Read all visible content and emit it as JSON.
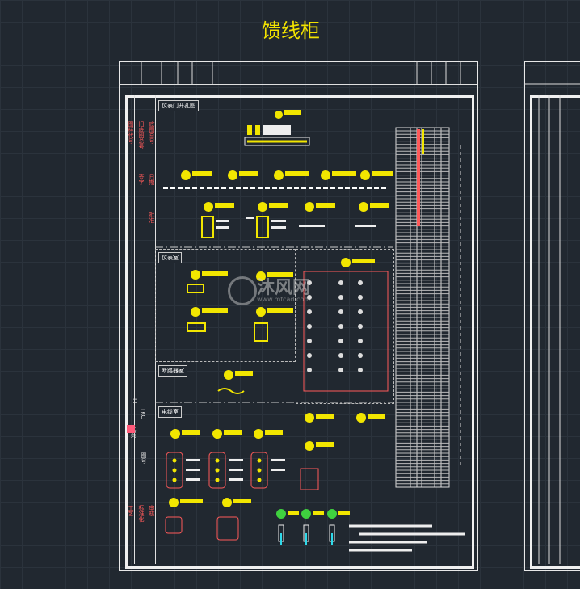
{
  "drawing": {
    "title": "馈线柜",
    "section_labels": [
      "仪表门开孔图",
      "仪表室",
      "断路器室",
      "电缆室"
    ],
    "watermark": "沐风网",
    "watermark_url": "www.mfcad.com",
    "title_block_red": [
      "图样代号",
      "旧底图总号",
      "底图总号",
      "签字",
      "日期",
      "工艺",
      "标准化",
      "审核",
      "批准"
    ],
    "title_block_white": [
      "TTT",
      "TKC",
      "图号",
      "共页"
    ],
    "colors": {
      "background": "#212830",
      "title": "#f2e200",
      "frame": "#f0f0f0",
      "symbol_yellow": "#f2e600",
      "symbol_green": "#3fd13f",
      "symbol_cyan": "#2fd9ea",
      "red_text": "#ff5a5a"
    }
  }
}
